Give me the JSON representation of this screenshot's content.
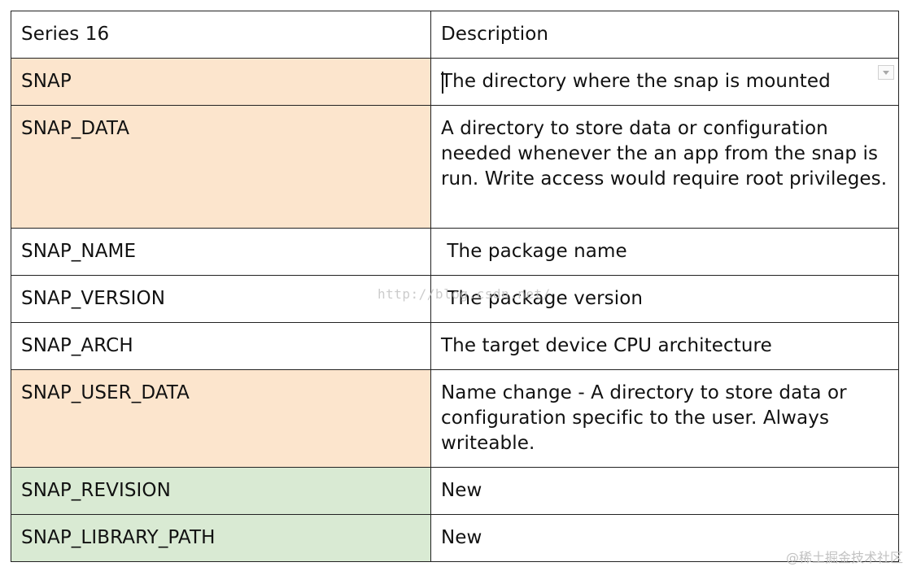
{
  "table": {
    "header": {
      "col1": "Series 16",
      "col2": "Description"
    },
    "rows": [
      {
        "name": "SNAP",
        "description": "The directory where the snap is mounted",
        "name_bg": "#fce5cd"
      },
      {
        "name": "SNAP_DATA",
        "description": "A directory to store data or configuration needed whenever the an app from the snap is run. Write access would require root privileges.",
        "name_bg": "#fce5cd"
      },
      {
        "name": "SNAP_NAME",
        "description": " The package name",
        "name_bg": "#ffffff"
      },
      {
        "name": "SNAP_VERSION",
        "description": " The package version",
        "name_bg": "#ffffff"
      },
      {
        "name": "SNAP_ARCH",
        "description": "The target device CPU architecture",
        "name_bg": "#ffffff"
      },
      {
        "name": "SNAP_USER_DATA",
        "description": "Name change - A directory to store data or configuration specific to the user. Always writeable.",
        "name_bg": "#fce5cd"
      },
      {
        "name": "SNAP_REVISION",
        "description": "New",
        "name_bg": "#d9ead3"
      },
      {
        "name": "SNAP_LIBRARY_PATH",
        "description": "New",
        "name_bg": "#d9ead3"
      }
    ]
  },
  "watermarks": {
    "url": "http://blog.csdn.net/",
    "site": "@稀土掘金技术社区"
  },
  "colors": {
    "peach": "#fce5cd",
    "green": "#d9ead3",
    "white": "#ffffff",
    "border": "#222222"
  }
}
